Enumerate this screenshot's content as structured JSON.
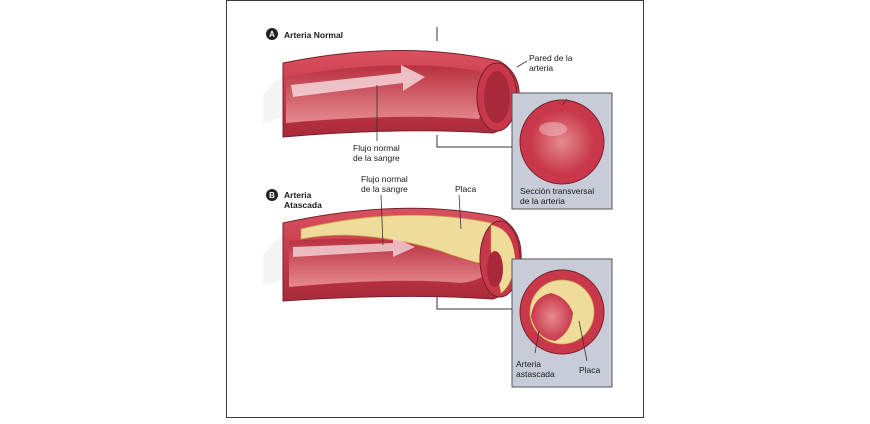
{
  "panel_a": {
    "badge": "A",
    "title": "Arteria Normal",
    "label_wall_1": "Pared de la",
    "label_wall_2": "arteria",
    "label_flow_1": "Flujo normal",
    "label_flow_2": "de la sangre",
    "label_section_1": "Sección transversal",
    "label_section_2": "de la arteria"
  },
  "panel_b": {
    "badge": "B",
    "title_1": "Arteria",
    "title_2": "Atascada",
    "label_flow_1": "Flujo normal",
    "label_flow_2": "de la sangre",
    "label_plaque": "Placa",
    "label_clogged_1": "Arteria",
    "label_clogged_2": "astascada",
    "label_plaque_2": "Placa"
  },
  "colors": {
    "artery_wall": "#c8384a",
    "artery_inner": "#e07a82",
    "plaque": "#f0dc9a",
    "inset_bg": "#c8ccd8"
  }
}
